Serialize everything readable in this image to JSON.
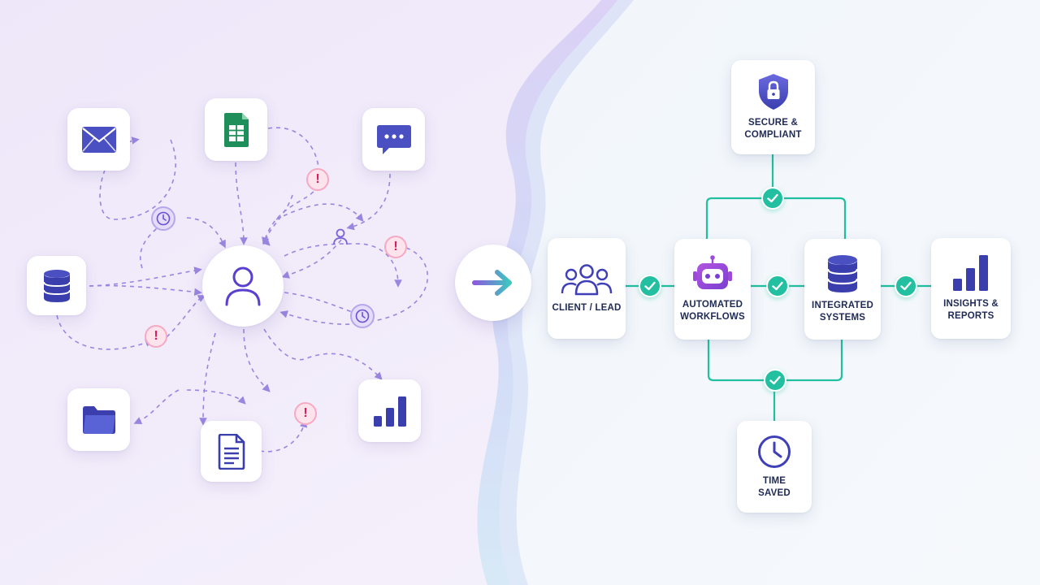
{
  "colors": {
    "accent_purple": "#6b4fd8",
    "icon_indigo": "#3f3fb8",
    "check_teal": "#22bfa0",
    "warning_red": "#d81b5c",
    "label_navy": "#1f2a55"
  },
  "left_scatter": {
    "sources": [
      {
        "name": "envelope-icon"
      },
      {
        "name": "spreadsheet-icon"
      },
      {
        "name": "chat-icon"
      },
      {
        "name": "database-icon"
      },
      {
        "name": "folder-icon"
      },
      {
        "name": "document-icon"
      },
      {
        "name": "bar-chart-icon"
      }
    ],
    "hub_icon": "person-icon",
    "warning_symbol": "!"
  },
  "transition_icon": "arrow-right-icon",
  "flow": {
    "client": {
      "label": "CLIENT / LEAD",
      "icon": "people-group-icon"
    },
    "workflows": {
      "label": "AUTOMATED\nWORKFLOWS",
      "icon": "robot-icon"
    },
    "systems": {
      "label": "INTEGRATED\nSYSTEMS",
      "icon": "database-icon"
    },
    "insights": {
      "label": "INSIGHTS &\nREPORTS",
      "icon": "bar-chart-icon"
    },
    "secure": {
      "label": "SECURE &\nCOMPLIANT",
      "icon": "shield-lock-icon"
    },
    "time": {
      "label": "TIME\nSAVED",
      "icon": "clock-icon"
    },
    "check_icon": "check-icon"
  }
}
